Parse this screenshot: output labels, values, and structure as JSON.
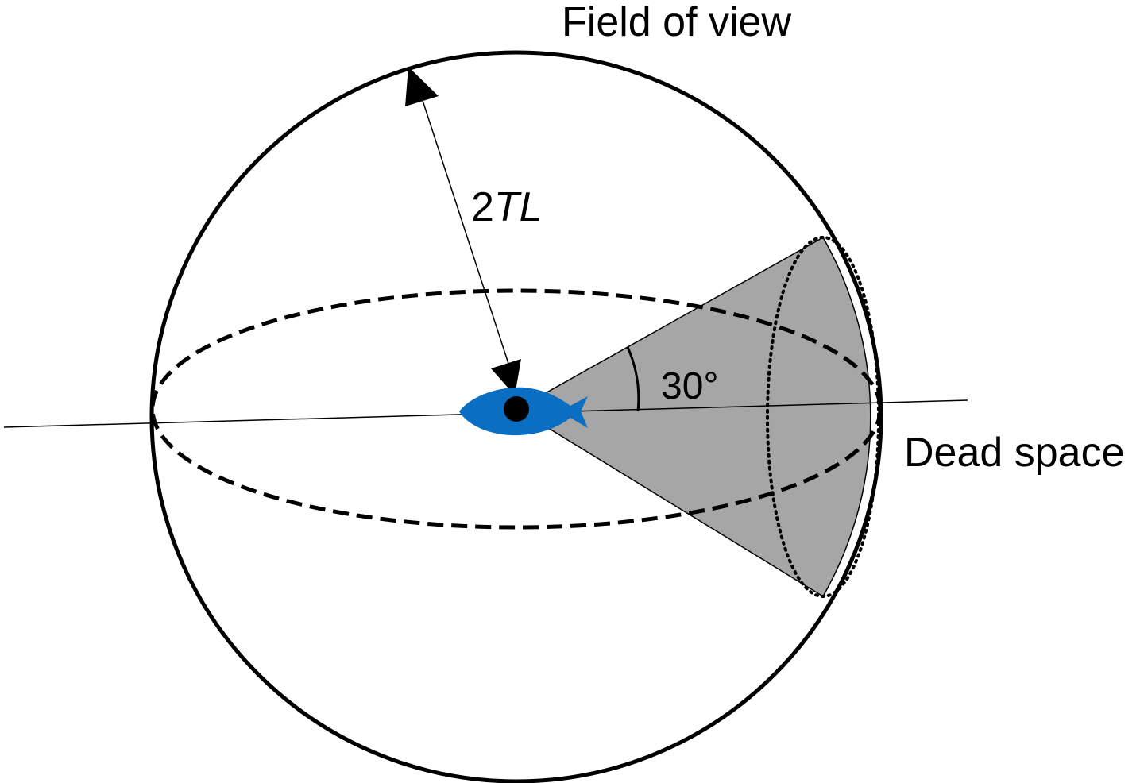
{
  "labels": {
    "field_of_view": "Field of view",
    "distance_prefix": "2",
    "distance_italic": "TL",
    "angle": "30°",
    "dead_space": "Dead space"
  },
  "colors": {
    "fish": "#0a6fc2",
    "dead_space_fill": "#a6a6a6",
    "stroke": "#000000"
  }
}
